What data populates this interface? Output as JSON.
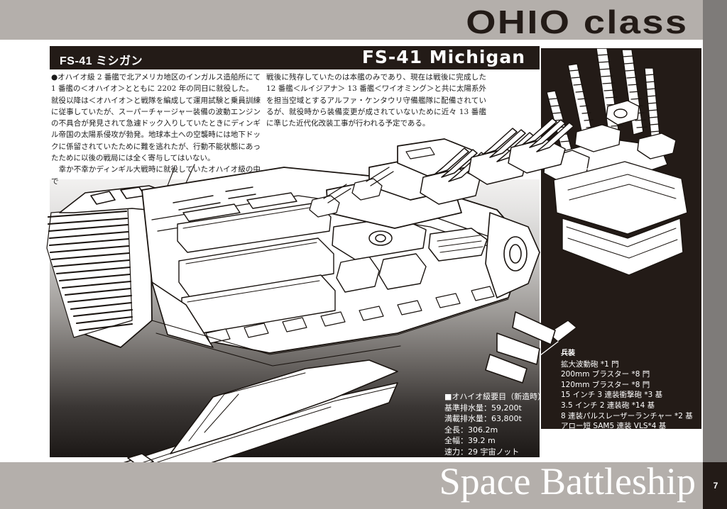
{
  "header": {
    "title_part1": "OHIO",
    "title_part2": "class",
    "title_full": "OHIO class"
  },
  "titlebar": {
    "japanese_label": "FS-41 ミシガン",
    "english_label": "FS-41 Michigan"
  },
  "body": {
    "left_column": [
      "●オハイオ級 2 番艦で北アメリカ地区のインガルス造船所にて 1 番艦の＜オハイオ＞とともに 2202 年の同日に就役した。",
      "就役以降は＜オハイオ＞と戦隊を編成して運用試験と乗員訓練に従事していたが、スーパーチャージャー装備の波動エンジンの不具合が発見されて急遽ドック入りしていたときにディンギル帝国の太陽系侵攻が勃発。地球本土への空襲時には地下ドックに係留されていたために難を逃れたが、行動不能状態にあったために以後の戦局には全く寄与してはいない。",
      "　幸か不幸かディンギル大戦時に就役していたオハイオ級の中で"
    ],
    "right_column": [
      "戦後に残存していたのは本艦のみであり、現在は戦後に完成した 12 番艦＜ルイジアナ＞ 13 番艦＜ワイオミング＞と共に太陽系外を担当空域とするアルファ・ケンタウリ守備艦隊に配備されているが、就役時から装備変更が成されていないために近々 13 番艦に準じた近代化改装工事が行われる予定である。"
    ]
  },
  "specs": {
    "heading": "■オハイオ級要目（新造時）",
    "items": [
      "基準排水量：59,200t",
      "満載排水量：63,800t",
      "全長：306.2m",
      "全幅：39.2 m",
      "速力：29 宇宙ノット"
    ]
  },
  "armament": {
    "heading": "兵装",
    "items": [
      "拡大波動砲 *1 門",
      "200mm ブラスター *8 門",
      "120mm ブラスター *8 門",
      "15 インチ 3 連装衝撃砲 *3 基",
      "3.5 インチ 2 連装砲 *14 基",
      "8 連装パルスレーザーランチャー *2 基",
      "アロー短 SAM5 連装 VLS*4 基"
    ]
  },
  "footer": {
    "series_title": "Space Battleship",
    "page_number": "7"
  },
  "colors": {
    "band_light": "#b4afab",
    "band_dark": "#7e7b79",
    "ink_black": "#231b17",
    "paper": "#ffffff"
  }
}
